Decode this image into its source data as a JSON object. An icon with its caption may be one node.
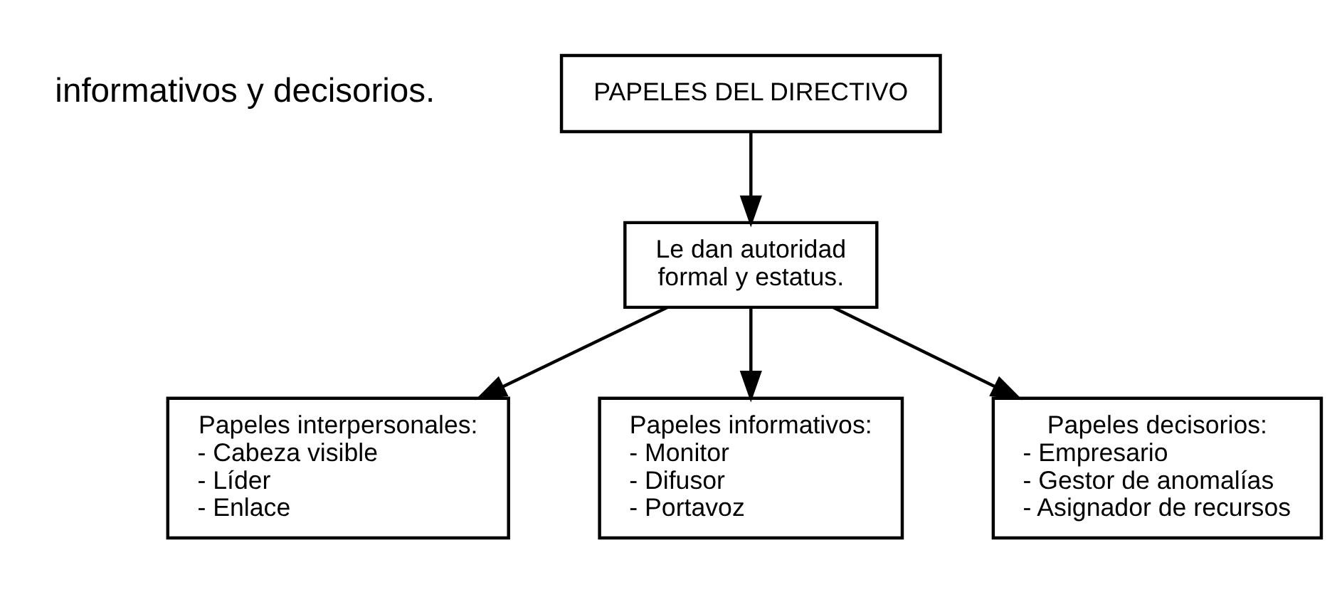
{
  "diagram": {
    "nodes": [
      {
        "text": [
          "PAPELES DEL DIRECTIVO"
        ]
      },
      {
        "text": [
          "Le dan autoridad formal y estatus."
        ]
      },
      {
        "text": [
          "Papeles interpersonales:",
          "- Cabeza visible",
          "- Líder",
          "- Enlace"
        ]
      },
      {
        "text": [
          "Papeles informativos:",
          "- Monitor",
          "- Difusor",
          "- Portavoz"
        ]
      },
      {
        "text": [
          "Papeles decisorios:",
          "- Empresario",
          "- Gestor de anomalías",
          "- Asignador de recursos"
        ]
      }
    ],
    "edges": [
      {
        "from": 0,
        "to": 1,
        "arrow": "to"
      },
      {
        "from": 1,
        "to": 2,
        "arrow": "to"
      },
      {
        "from": 1,
        "to": 3,
        "arrow": "to"
      },
      {
        "from": 1,
        "to": 4,
        "arrow": "to"
      }
    ],
    "labels": [
      "informativos y decisorios."
    ]
  }
}
